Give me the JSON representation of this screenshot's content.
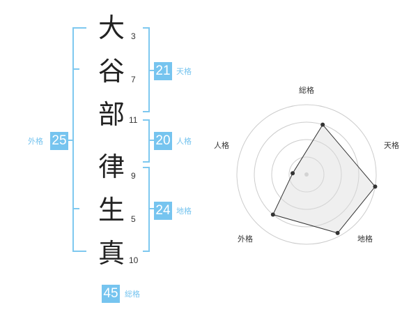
{
  "name_chars": [
    {
      "char": "大",
      "strokes": "3"
    },
    {
      "char": "谷",
      "strokes": "7"
    },
    {
      "char": "部",
      "strokes": "11"
    },
    {
      "char": "律",
      "strokes": "9"
    },
    {
      "char": "生",
      "strokes": "5"
    },
    {
      "char": "真",
      "strokes": "10"
    }
  ],
  "kaku": {
    "tenkaku": {
      "value": "21",
      "label": "天格"
    },
    "jinkaku": {
      "value": "20",
      "label": "人格"
    },
    "chikaku": {
      "value": "24",
      "label": "地格"
    },
    "gaikaku": {
      "value": "25",
      "label": "外格"
    },
    "soukaku": {
      "value": "45",
      "label": "総格"
    }
  },
  "colors": {
    "accent": "#76c4ef",
    "bracket": "#7ec8ef",
    "text": "#222222"
  },
  "chart_data": {
    "type": "radar",
    "axes": [
      "総格",
      "天格",
      "地格",
      "外格",
      "人格"
    ],
    "values": [
      0.75,
      1.0,
      0.95,
      0.75,
      0.2
    ],
    "rings": 4,
    "grid": true
  }
}
